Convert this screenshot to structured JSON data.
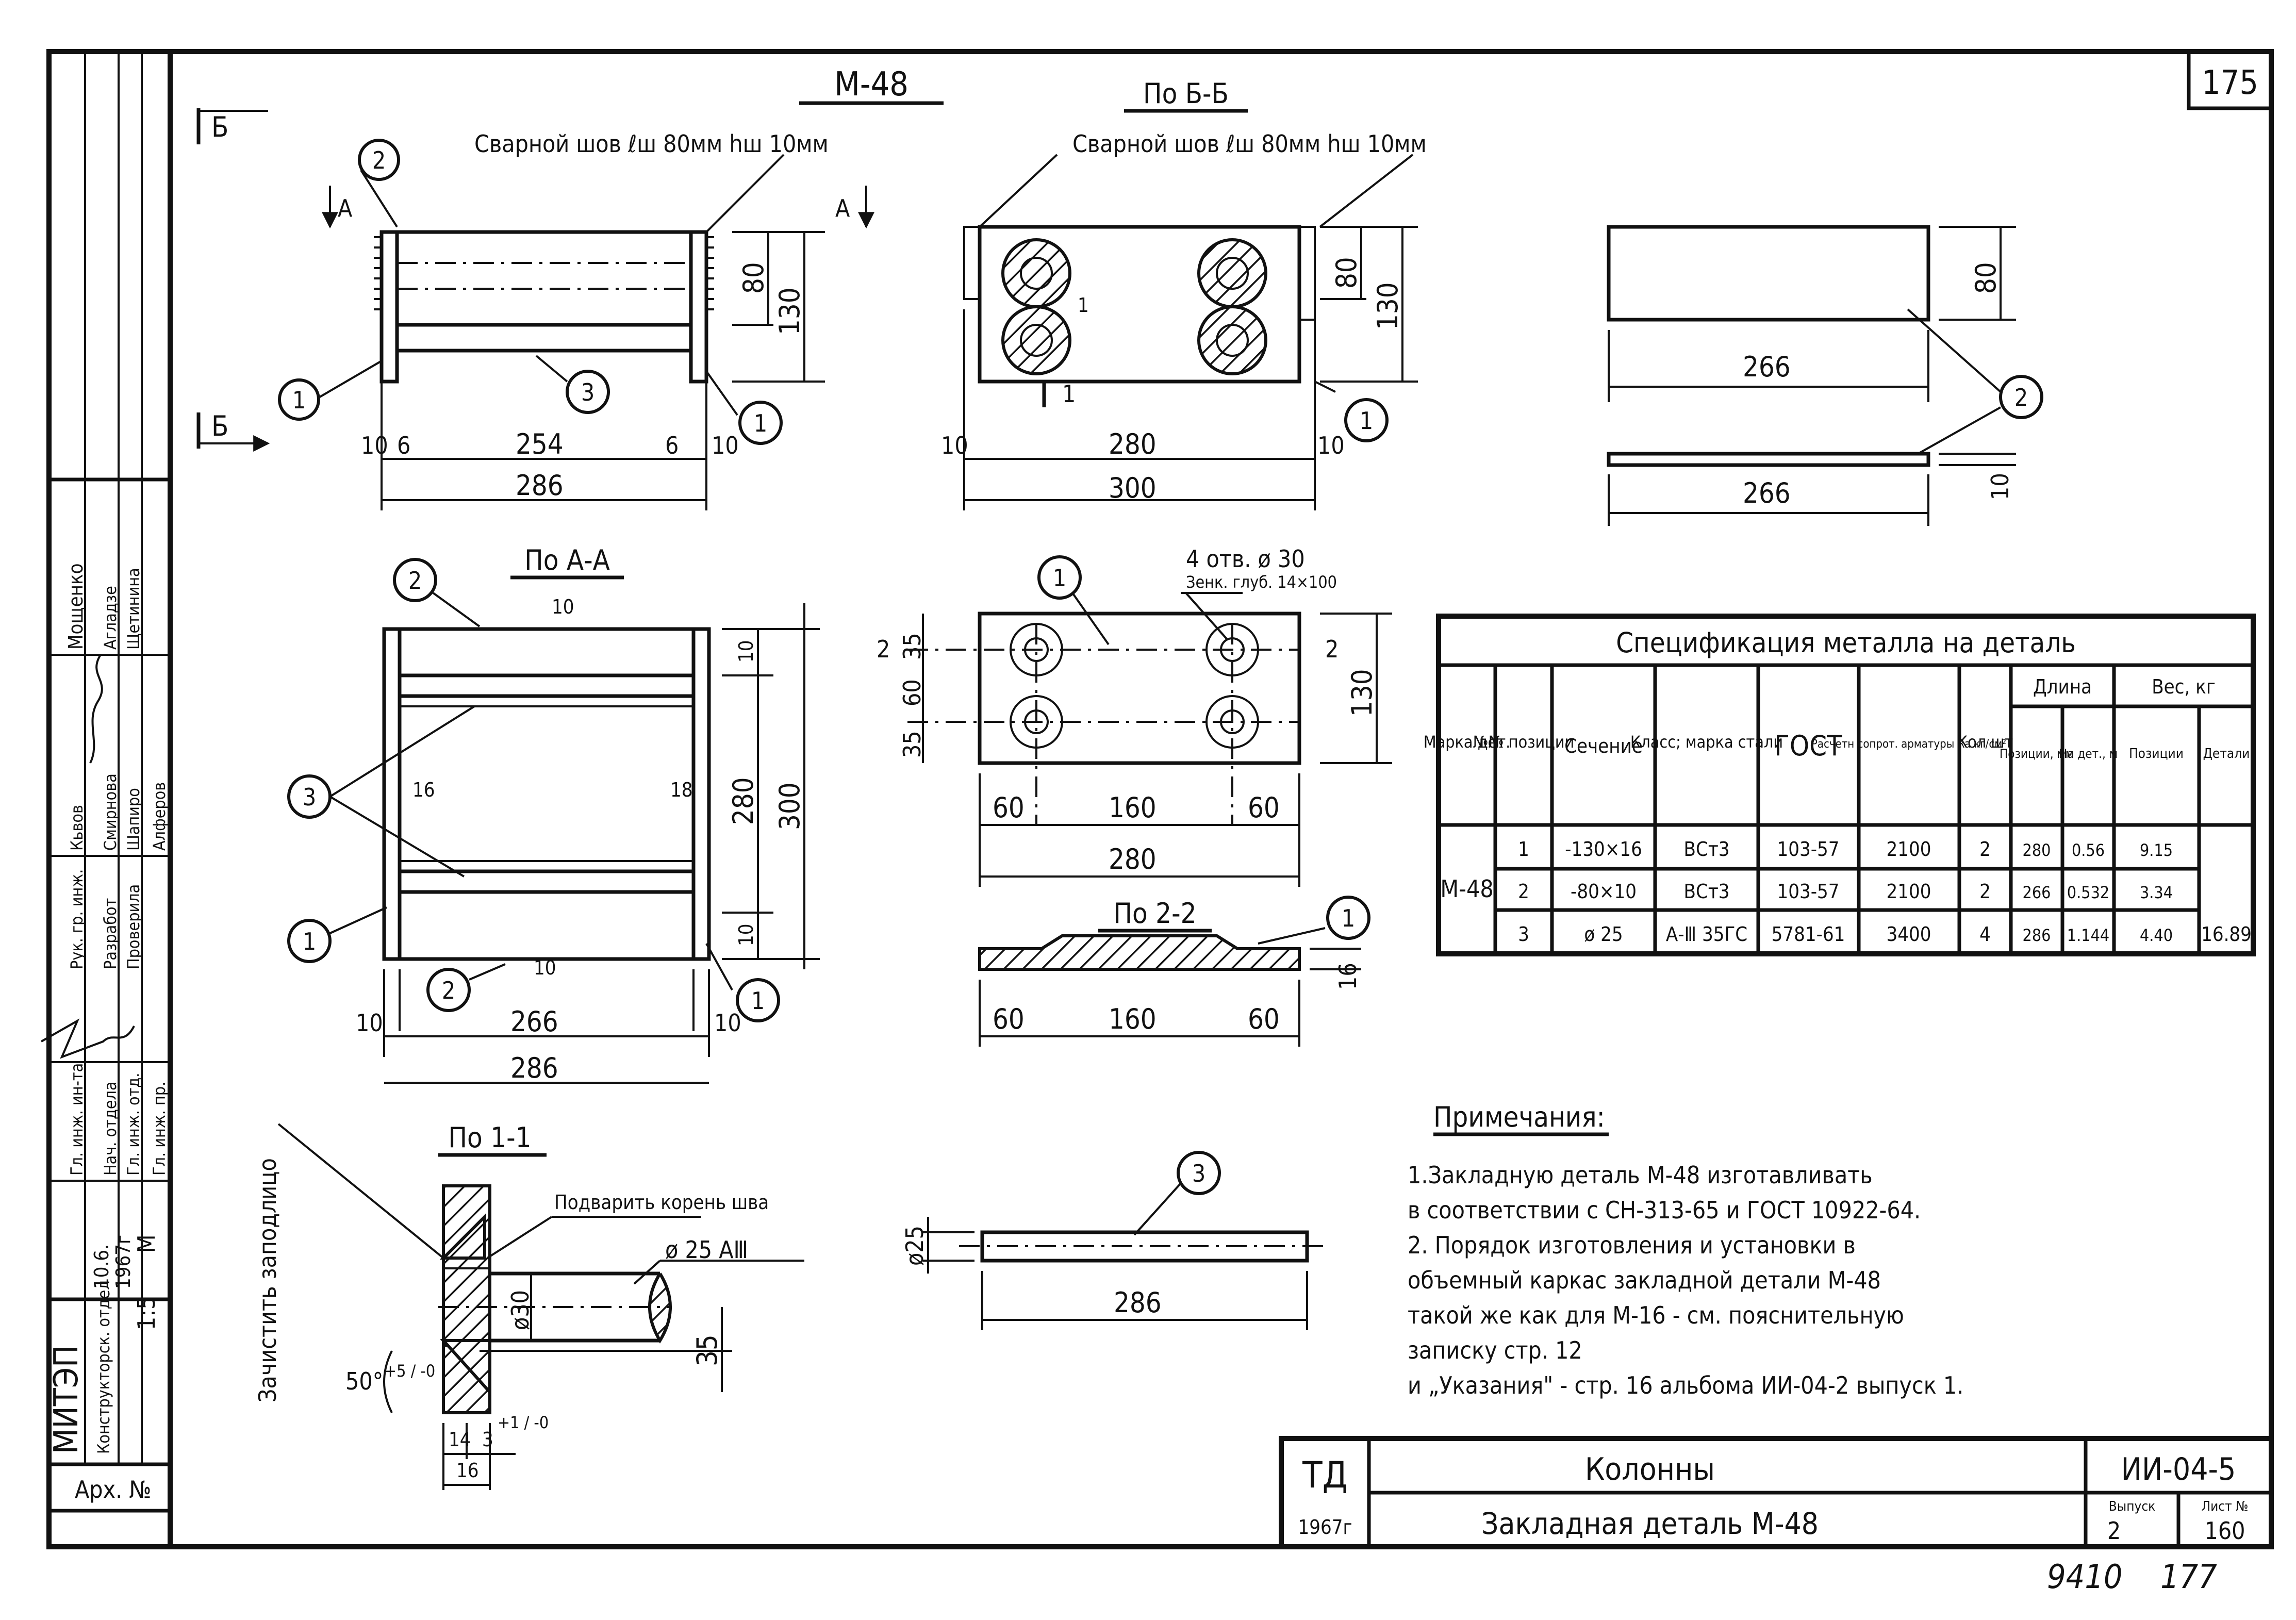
{
  "sheet_number": "175",
  "views": {
    "m48": {
      "title": "М-48",
      "weld_note": "Сварной шов ℓш 80мм hш 10мм",
      "dims": {
        "d10a": "10",
        "d6a": "6",
        "d254": "254",
        "d6b": "6",
        "d10b": "10",
        "d286": "286",
        "d80": "80",
        "d130": "130"
      },
      "section_marks": {
        "b1": "Б",
        "b2": "Б",
        "a1": "А",
        "a2": "А"
      },
      "bubbles": {
        "p2": "2",
        "p1a": "1",
        "p3": "3",
        "p1b": "1"
      }
    },
    "bb": {
      "title": "По Б-Б",
      "weld_note": "Сварной шов ℓш 80мм hш 10мм",
      "dims": {
        "d10a": "10",
        "d280": "280",
        "d10b": "10",
        "d300": "300",
        "d80": "80",
        "d130": "130",
        "mark1a": "1",
        "mark1b": "1"
      },
      "bubbles": {
        "p1": "1"
      }
    },
    "strip": {
      "dims": {
        "d80": "80",
        "d266a": "266",
        "d266b": "266",
        "d10": "10"
      },
      "bubbles": {
        "p2": "2"
      }
    },
    "aa": {
      "title": "По А-А",
      "dims": {
        "d10top": "10",
        "d10r": "10",
        "d280": "280",
        "d300": "300",
        "d10br": "10",
        "d16l": "16",
        "d18r": "18",
        "d10bot": "10",
        "d10a": "10",
        "d266": "266",
        "d10b": "10",
        "d286": "286"
      },
      "bubbles": {
        "p2a": "2",
        "p3": "3",
        "p1a": "1",
        "p2b": "2",
        "p1b": "1"
      }
    },
    "plate": {
      "note_holes": "4 отв. ø 30",
      "note_zenk": "Зенк. глуб. 14×100",
      "dims": {
        "d2a": "2",
        "d35a": "35",
        "d60": "60",
        "d35b": "35",
        "d2b": "2",
        "d130": "130",
        "d60a": "60",
        "d160": "160",
        "d60b": "60",
        "d280": "280"
      },
      "bubbles": {
        "p1": "1"
      }
    },
    "s22": {
      "title": "По 2-2",
      "dims": {
        "d16": "16",
        "d60a": "60",
        "d160": "160",
        "d60b": "60"
      },
      "bubbles": {
        "p1": "1"
      }
    },
    "s11": {
      "title": "По 1-1",
      "weld_note": "Подварить корень шва",
      "rebar": "ø 25 АⅢ",
      "side_note": "Зачистить заподлицо",
      "dims": {
        "d30": "ø30",
        "d35": "35",
        "angle": "50°",
        "angle_tol": "+5 / -0",
        "d14": "14",
        "d3": "3",
        "d3tol": "+1 / -0",
        "d16": "16"
      }
    },
    "bar": {
      "dims": {
        "d25": "ø25",
        "d286": "286"
      },
      "bubbles": {
        "p3": "3"
      }
    }
  },
  "spec_table": {
    "title": "Спецификация металла на деталь",
    "headers": {
      "marka": "Марка дет.",
      "pos": "№№ позиции",
      "section": "Сечение",
      "class": "Класс; марка стали",
      "gost": "ГОСТ",
      "ra": "Расчетн сопрот. арматуры Ra кг/см²",
      "qty": "Кол шт",
      "length": "Длина",
      "len_pos": "Позиции, мм",
      "len_det": "На дет., м",
      "weight": "Вес, кг",
      "w_pos": "Позиции",
      "w_det": "Детали"
    },
    "marka": "М-48",
    "rows": [
      {
        "pos": "1",
        "section": "-130×16",
        "class": "ВСт3",
        "gost": "103-57",
        "ra": "2100",
        "qty": "2",
        "len_pos": "280",
        "len_det": "0.56",
        "w_pos": "9.15"
      },
      {
        "pos": "2",
        "section": "-80×10",
        "class": "ВСт3",
        "gost": "103-57",
        "ra": "2100",
        "qty": "2",
        "len_pos": "266",
        "len_det": "0.532",
        "w_pos": "3.34"
      },
      {
        "pos": "3",
        "section": "ø 25",
        "class": "А-Ⅲ 35ГС",
        "gost": "5781-61",
        "ra": "3400",
        "qty": "4",
        "len_pos": "286",
        "len_det": "1.144",
        "w_pos": "4.40"
      }
    ],
    "total_weight": "16.89"
  },
  "notes": {
    "title": "Примечания:",
    "lines": [
      "1.Закладную деталь М-48 изготавливать",
      "в соответствии с СН-313-65 и ГОСТ 10922-64.",
      "2. Порядок изготовления и установки в",
      "объемный каркас закладной детали М-48",
      "такой же как для М-16 - см. пояснительную",
      "записку стр. 12",
      "и „Указания\" - стр. 16 альбома ИИ-04-2 выпуск 1."
    ]
  },
  "title_block": {
    "td": "ТД",
    "year": "1967г",
    "title": "Колонны",
    "subtitle": "Закладная деталь М-48",
    "code": "ИИ-04-5",
    "vypusk_label": "Выпуск",
    "vypusk": "2",
    "list_label": "Лист №",
    "list": "160"
  },
  "side_stamp": {
    "org": "МИТЭП",
    "dept": "Конструкторск. отдел",
    "arch": "Арх. №",
    "date": "10.6.",
    "date_year": "1967г",
    "scale_label": "М",
    "scale": "1:5",
    "roles": [
      "Рук. гр. инж.",
      "Разработ",
      "Проверила",
      "Гл. инж. ин-та",
      "Нач. отдела",
      "Гл. инж. отд.",
      "Гл. инж. пр."
    ],
    "names": [
      "Мощенко",
      "Агладзе",
      "Щетинина",
      "Кьвов",
      "Смирнова",
      "Шапиро",
      "Алферов"
    ]
  },
  "footer_handwritten": {
    "left": "9410",
    "right": "177"
  }
}
